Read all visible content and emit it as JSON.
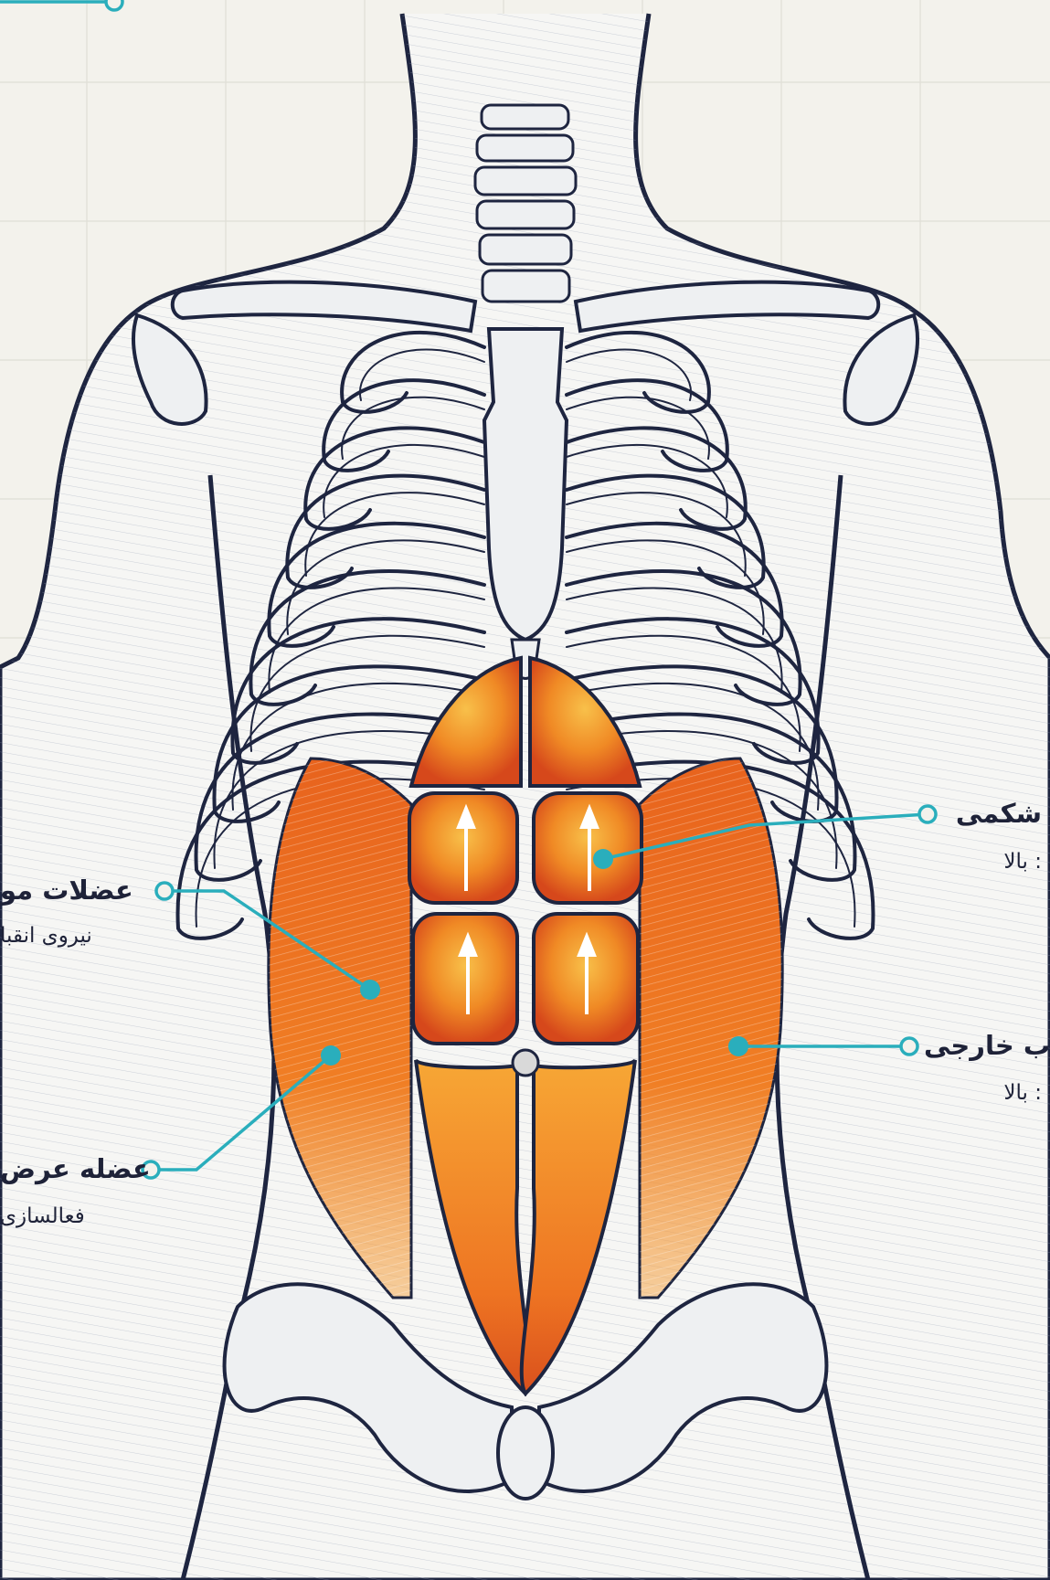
{
  "labels": {
    "rectus": {
      "title": "شکمی",
      "subtitle": ": بالا"
    },
    "oblique_left": {
      "title": "عضلات مو",
      "subtitle": "نیروی انقبا"
    },
    "oblique_right": {
      "title": "ب خارجی",
      "subtitle": ": بالا"
    },
    "transverse": {
      "title": "عضله عرض",
      "subtitle": "فعالسازی"
    }
  },
  "colors": {
    "background": "#f3f2ec",
    "grid": "#dfded6",
    "outline": "#1e2540",
    "bone": "#eef0f2",
    "muscle": "#f07a22",
    "muscle_light": "#f7b23a",
    "muscle_dark": "#d4421a",
    "leader": "#2aaebc",
    "text": "#1e2238"
  }
}
